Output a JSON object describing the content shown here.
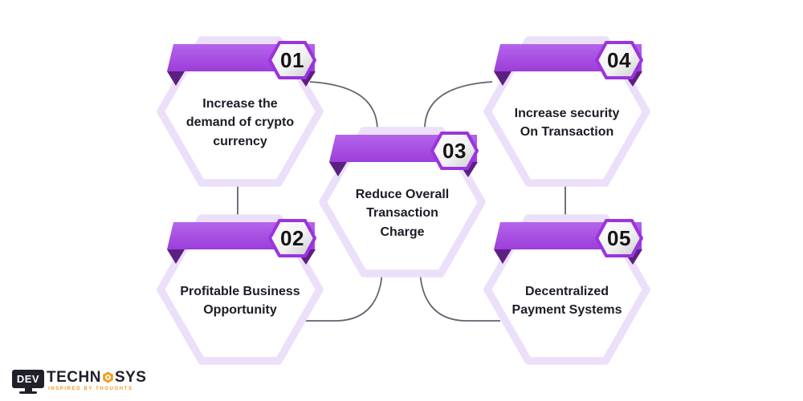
{
  "colors": {
    "background": "#ffffff",
    "band-light": "#b564ec",
    "band-dark": "#9c3ed9",
    "fold": "#5c1f82",
    "badge-border": "#9b34dd",
    "badge-fill-end": "#c9c9ce",
    "hex-border": "#ecdffa",
    "title-text": "#1c1c26",
    "number-text": "#141414",
    "connector": "#63636f",
    "logo-dark": "#20202a",
    "logo-orange": "#f49b20"
  },
  "cards": [
    {
      "number": "01",
      "title": "Increase the\ndemand of crypto\ncurrency"
    },
    {
      "number": "02",
      "title": "Profitable Business\nOpportunity"
    },
    {
      "number": "03",
      "title": "Reduce Overall\nTransaction\nCharge"
    },
    {
      "number": "04",
      "title": "Increase security\nOn Transaction"
    },
    {
      "number": "05",
      "title": "Decentralized\nPayment Systems"
    }
  ],
  "logo": {
    "monitor_text": "DEV",
    "name_left": "TECHN",
    "name_right": "SYS",
    "tagline": "INSPIRED BY THOUGHTS"
  }
}
